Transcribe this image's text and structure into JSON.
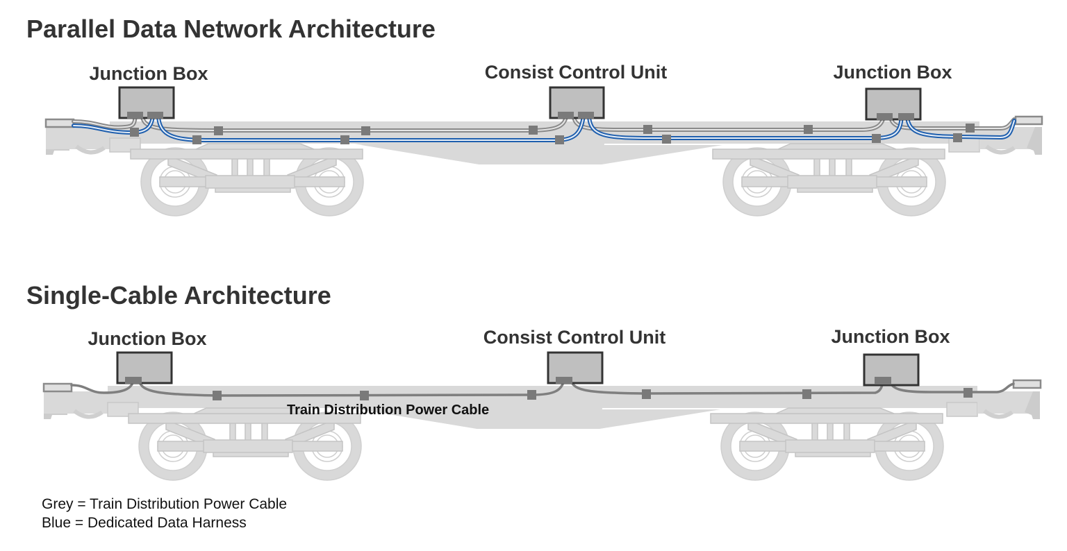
{
  "diagrams": [
    {
      "title": "Parallel Data Network Architecture",
      "labels": {
        "left_box": "Junction Box",
        "center_box": "Consist Control Unit",
        "right_box": "Junction Box"
      },
      "cables": [
        "grey-power",
        "blue-data"
      ]
    },
    {
      "title": "Single-Cable Architecture",
      "labels": {
        "left_box": "Junction Box",
        "center_box": "Consist Control Unit",
        "right_box": "Junction Box"
      },
      "cable_label": "Train Distribution Power Cable",
      "cables": [
        "grey-power"
      ]
    }
  ],
  "legend": {
    "grey": "Grey = Train Distribution Power Cable",
    "blue": "Blue = Dedicated Data Harness"
  },
  "colors": {
    "power_cable": "#8a8a8a",
    "data_harness": "#1f5fae",
    "railcar": "#d9d9d9",
    "box_fill": "#bfbfbf",
    "box_border": "#333333"
  }
}
